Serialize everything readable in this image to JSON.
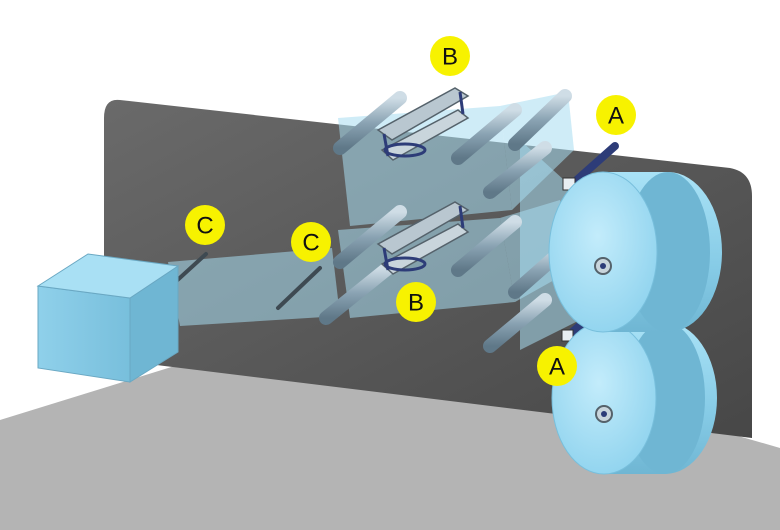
{
  "colors": {
    "background": "#ffffff",
    "floor": "#b3b3b3",
    "back_panel": "#555555",
    "film": "#a8ddf0",
    "roll": "#8fd3ee",
    "roller": "#8aa3b3",
    "callout": "#f7f200"
  },
  "callouts": {
    "a_upper": "A",
    "a_lower": "A",
    "b_upper": "B",
    "b_lower": "B",
    "c_left": "C",
    "c_right": "C"
  }
}
